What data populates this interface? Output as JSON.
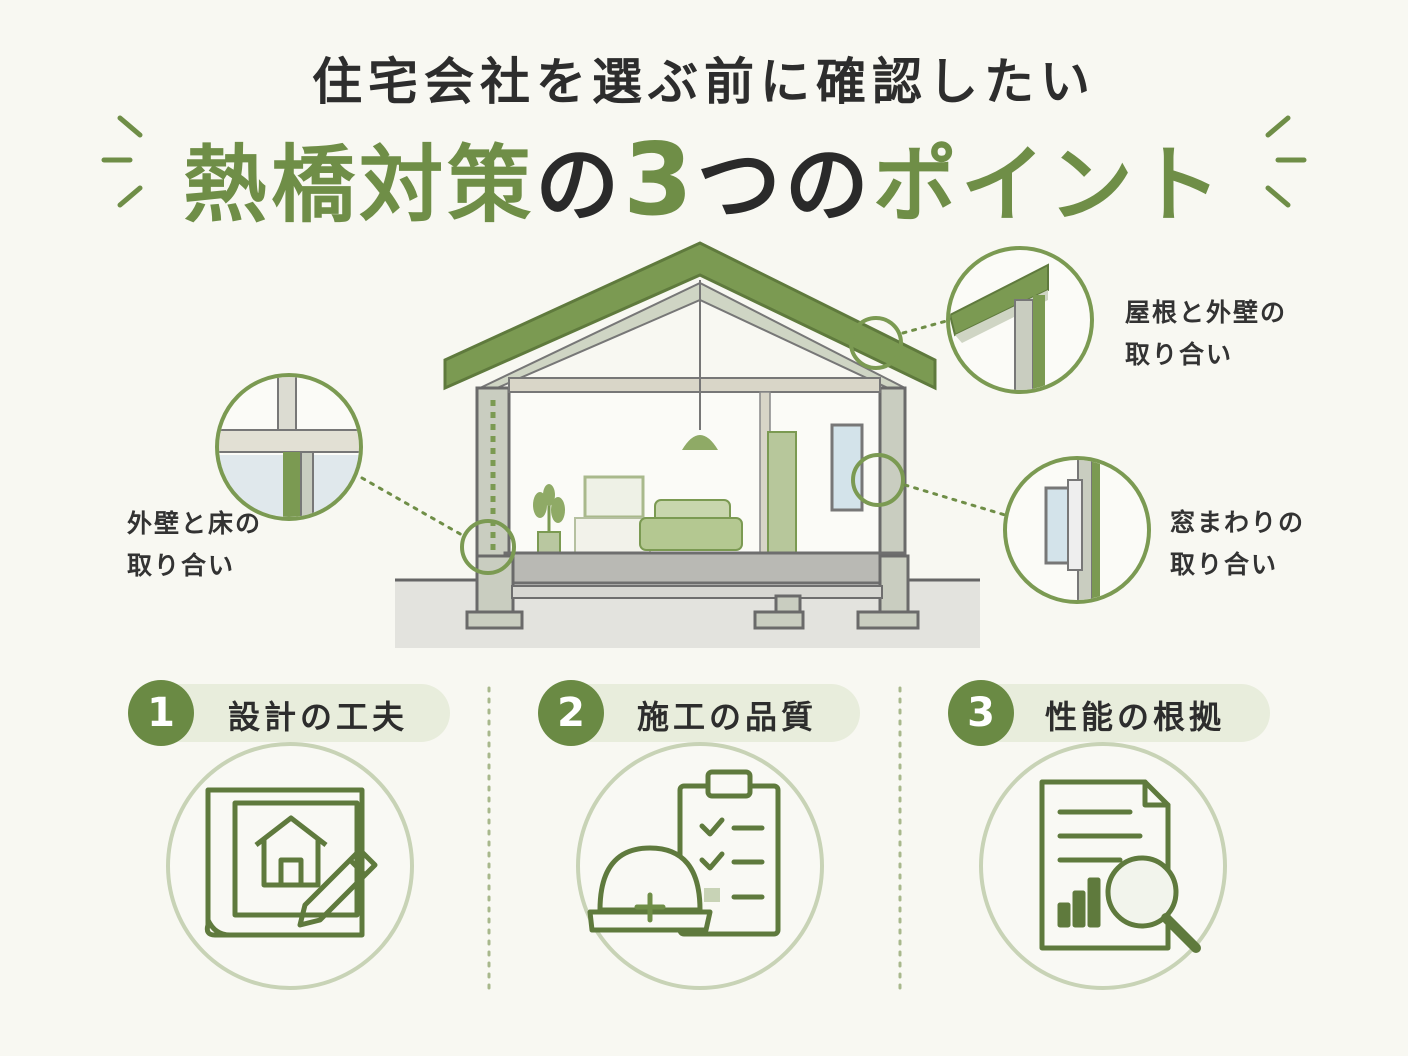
{
  "header": {
    "subtitle": "住宅会社を選ぶ前に確認したい",
    "title_part1": "熱橋対策",
    "title_part2": "の",
    "title_num": "3",
    "title_part3": "つの",
    "title_part4": "ポイント"
  },
  "callouts": {
    "floor_wall": [
      "外壁と床の",
      "取り合い"
    ],
    "roof_wall": [
      "屋根と外壁の",
      "取り合い"
    ],
    "window": [
      "窓まわりの",
      "取り合い"
    ]
  },
  "points": [
    {
      "num": "1",
      "label": "設計の工夫",
      "icon": "blueprint-house-pencil-icon"
    },
    {
      "num": "2",
      "label": "施工の品質",
      "icon": "helmet-checklist-icon"
    },
    {
      "num": "3",
      "label": "性能の根拠",
      "icon": "document-magnifier-icon"
    }
  ],
  "colors": {
    "accent": "#6f8e47",
    "dark": "#2a2a2a",
    "pale_green": "#e8eddc",
    "background": "#f8f8f2"
  }
}
